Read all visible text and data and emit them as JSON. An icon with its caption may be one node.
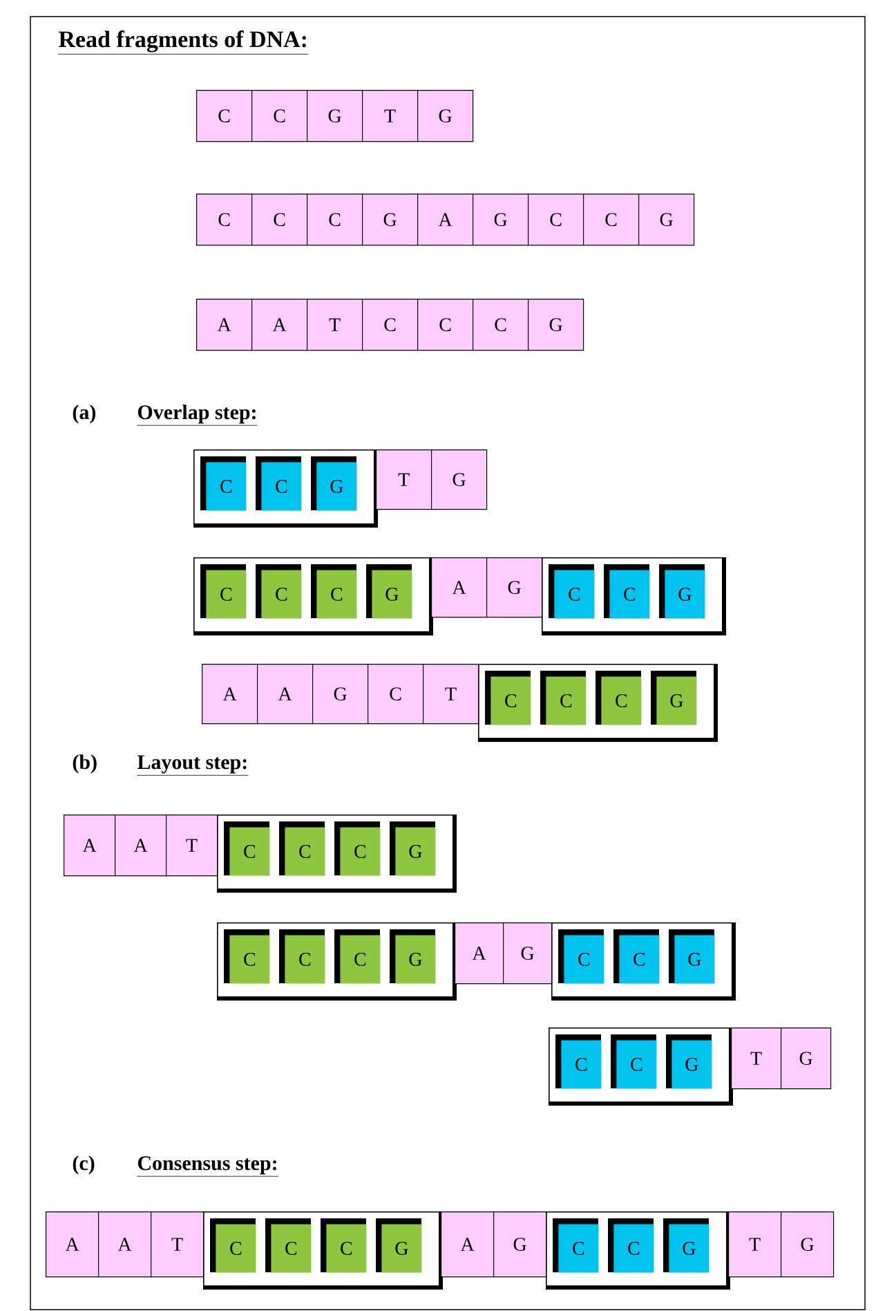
{
  "diagram": {
    "title": "Read fragments of DNA:",
    "nodes": [
      {
        "text": [
          "C"
        ]
      },
      {
        "text": [
          "C"
        ]
      },
      {
        "text": [
          "G"
        ]
      },
      {
        "text": [
          "T"
        ]
      },
      {
        "text": [
          "G"
        ]
      },
      {
        "text": [
          "C"
        ]
      },
      {
        "text": [
          "C"
        ]
      },
      {
        "text": [
          "C"
        ]
      },
      {
        "text": [
          "G"
        ]
      },
      {
        "text": [
          "A"
        ]
      },
      {
        "text": [
          "G"
        ]
      },
      {
        "text": [
          "C"
        ]
      },
      {
        "text": [
          "C"
        ]
      },
      {
        "text": [
          "G"
        ]
      },
      {
        "text": [
          "A"
        ]
      },
      {
        "text": [
          "A"
        ]
      },
      {
        "text": [
          "T"
        ]
      },
      {
        "text": [
          "C"
        ]
      },
      {
        "text": [
          "C"
        ]
      },
      {
        "text": [
          "C"
        ]
      },
      {
        "text": [
          "G"
        ]
      },
      {
        "text": [],
        "shape": "box"
      },
      {
        "text": [
          "C"
        ],
        "in": 21
      },
      {
        "text": [
          "C"
        ],
        "in": 21
      },
      {
        "text": [
          "G"
        ],
        "in": 21
      },
      {
        "text": [
          "T"
        ]
      },
      {
        "text": [
          "G"
        ]
      },
      {
        "text": [],
        "shape": "box"
      },
      {
        "text": [
          "C"
        ],
        "in": 27
      },
      {
        "text": [
          "C"
        ],
        "in": 27
      },
      {
        "text": [
          "C"
        ],
        "in": 27
      },
      {
        "text": [
          "G"
        ],
        "in": 27
      },
      {
        "text": [
          "A"
        ]
      },
      {
        "text": [
          "G"
        ]
      },
      {
        "text": [],
        "shape": "box"
      },
      {
        "text": [
          "C"
        ],
        "in": 34
      },
      {
        "text": [
          "C"
        ],
        "in": 34
      },
      {
        "text": [
          "G"
        ],
        "in": 34
      },
      {
        "text": [
          "A"
        ]
      },
      {
        "text": [
          "A"
        ]
      },
      {
        "text": [
          "G"
        ]
      },
      {
        "text": [
          "C"
        ]
      },
      {
        "text": [
          "T"
        ]
      },
      {
        "text": [],
        "shape": "box"
      },
      {
        "text": [
          "C"
        ],
        "in": 43
      },
      {
        "text": [
          "C"
        ],
        "in": 43
      },
      {
        "text": [
          "C"
        ],
        "in": 43
      },
      {
        "text": [
          "G"
        ],
        "in": 43
      },
      {
        "text": [
          "A"
        ]
      },
      {
        "text": [
          "A"
        ]
      },
      {
        "text": [
          "T"
        ]
      },
      {
        "text": [],
        "shape": "box"
      },
      {
        "text": [
          "C"
        ],
        "in": 51
      },
      {
        "text": [
          "C"
        ],
        "in": 51
      },
      {
        "text": [
          "C"
        ],
        "in": 51
      },
      {
        "text": [
          "G"
        ],
        "in": 51
      },
      {
        "text": [],
        "shape": "box"
      },
      {
        "text": [
          "C"
        ],
        "in": 56
      },
      {
        "text": [
          "C"
        ],
        "in": 56
      },
      {
        "text": [
          "C"
        ],
        "in": 56
      },
      {
        "text": [
          "G"
        ],
        "in": 56
      },
      {
        "text": [
          "A"
        ]
      },
      {
        "text": [
          "G"
        ]
      },
      {
        "text": [],
        "shape": "box"
      },
      {
        "text": [
          "C"
        ],
        "in": 63
      },
      {
        "text": [
          "C"
        ],
        "in": 63
      },
      {
        "text": [
          "G"
        ],
        "in": 63
      },
      {
        "text": [],
        "shape": "box"
      },
      {
        "text": [
          "C"
        ],
        "in": 67
      },
      {
        "text": [
          "C"
        ],
        "in": 67
      },
      {
        "text": [
          "G"
        ],
        "in": 67
      },
      {
        "text": [
          "T"
        ]
      },
      {
        "text": [
          "G"
        ]
      },
      {
        "text": [
          "A"
        ]
      },
      {
        "text": [
          "A"
        ]
      },
      {
        "text": [
          "T"
        ]
      },
      {
        "text": [],
        "shape": "box"
      },
      {
        "text": [
          "C"
        ],
        "in": 76
      },
      {
        "text": [
          "C"
        ],
        "in": 76
      },
      {
        "text": [
          "C"
        ],
        "in": 76
      },
      {
        "text": [
          "G"
        ],
        "in": 76
      },
      {
        "text": [
          "A"
        ]
      },
      {
        "text": [
          "G"
        ]
      },
      {
        "text": [],
        "shape": "box"
      },
      {
        "text": [
          "C"
        ],
        "in": 83
      },
      {
        "text": [
          "C"
        ],
        "in": 83
      },
      {
        "text": [
          "G"
        ],
        "in": 83
      },
      {
        "text": [
          "T"
        ]
      },
      {
        "text": [
          "G"
        ]
      }
    ],
    "labels": [
      "(a)",
      "Overlap step:",
      "(b)",
      "Layout step:",
      "(c)",
      "Consensus step:"
    ]
  }
}
